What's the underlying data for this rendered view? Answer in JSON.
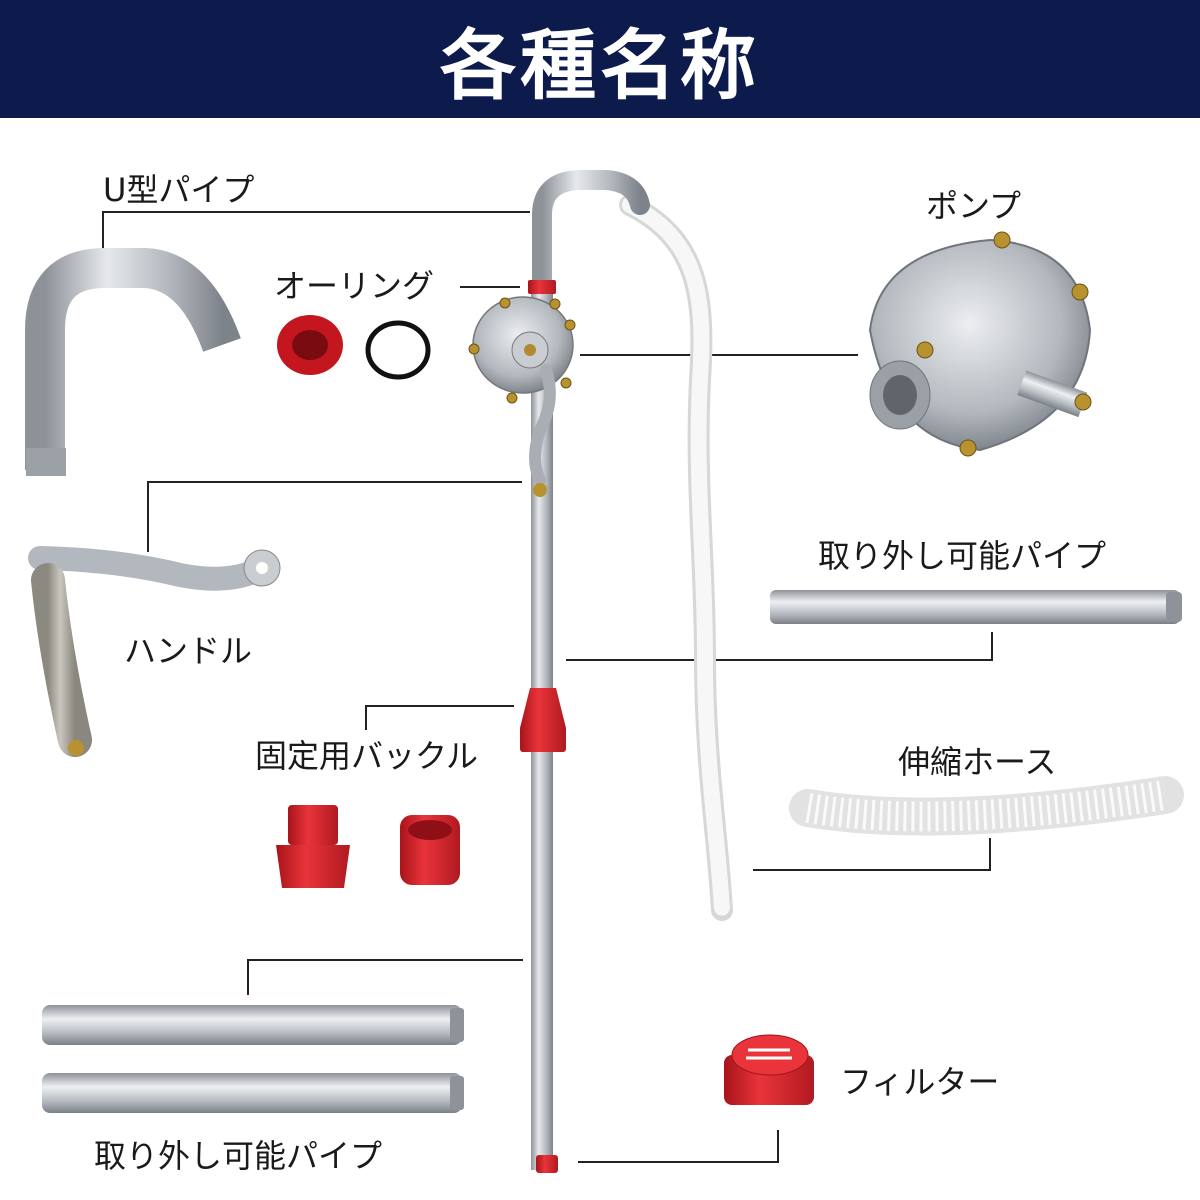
{
  "title": "各種名称",
  "colors": {
    "banner": "#0c1a4c",
    "accent_red": "#d9262c",
    "aluminum": "#b9bec4",
    "hose": "#f2f2f2"
  },
  "labels": {
    "u_pipe": "U型パイプ",
    "o_ring": "オーリング",
    "pump": "ポンプ",
    "handle": "ハンドル",
    "removable_pipe_right": "取り外し可能パイプ",
    "buckle": "固定用バックル",
    "hose": "伸縮ホース",
    "filter": "フィルター",
    "removable_pipe_bottom": "取り外し可能パイプ"
  }
}
